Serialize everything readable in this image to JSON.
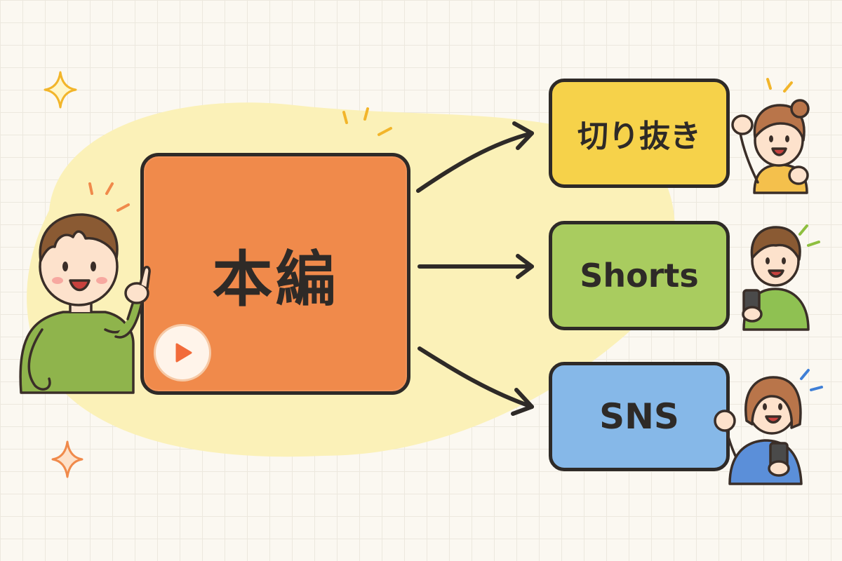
{
  "diagram": {
    "source": {
      "label": "本編",
      "play_icon": "play-icon"
    },
    "targets": [
      {
        "label": "切り抜き",
        "color": "#f6d24a"
      },
      {
        "label": "Shorts",
        "color": "#a9cc5f"
      },
      {
        "label": "SNS",
        "color": "#86b8e8"
      }
    ]
  },
  "colors": {
    "source_box": "#f08a4b",
    "highlight_blob": "#fbf1b8",
    "outline": "#2e2a27"
  }
}
